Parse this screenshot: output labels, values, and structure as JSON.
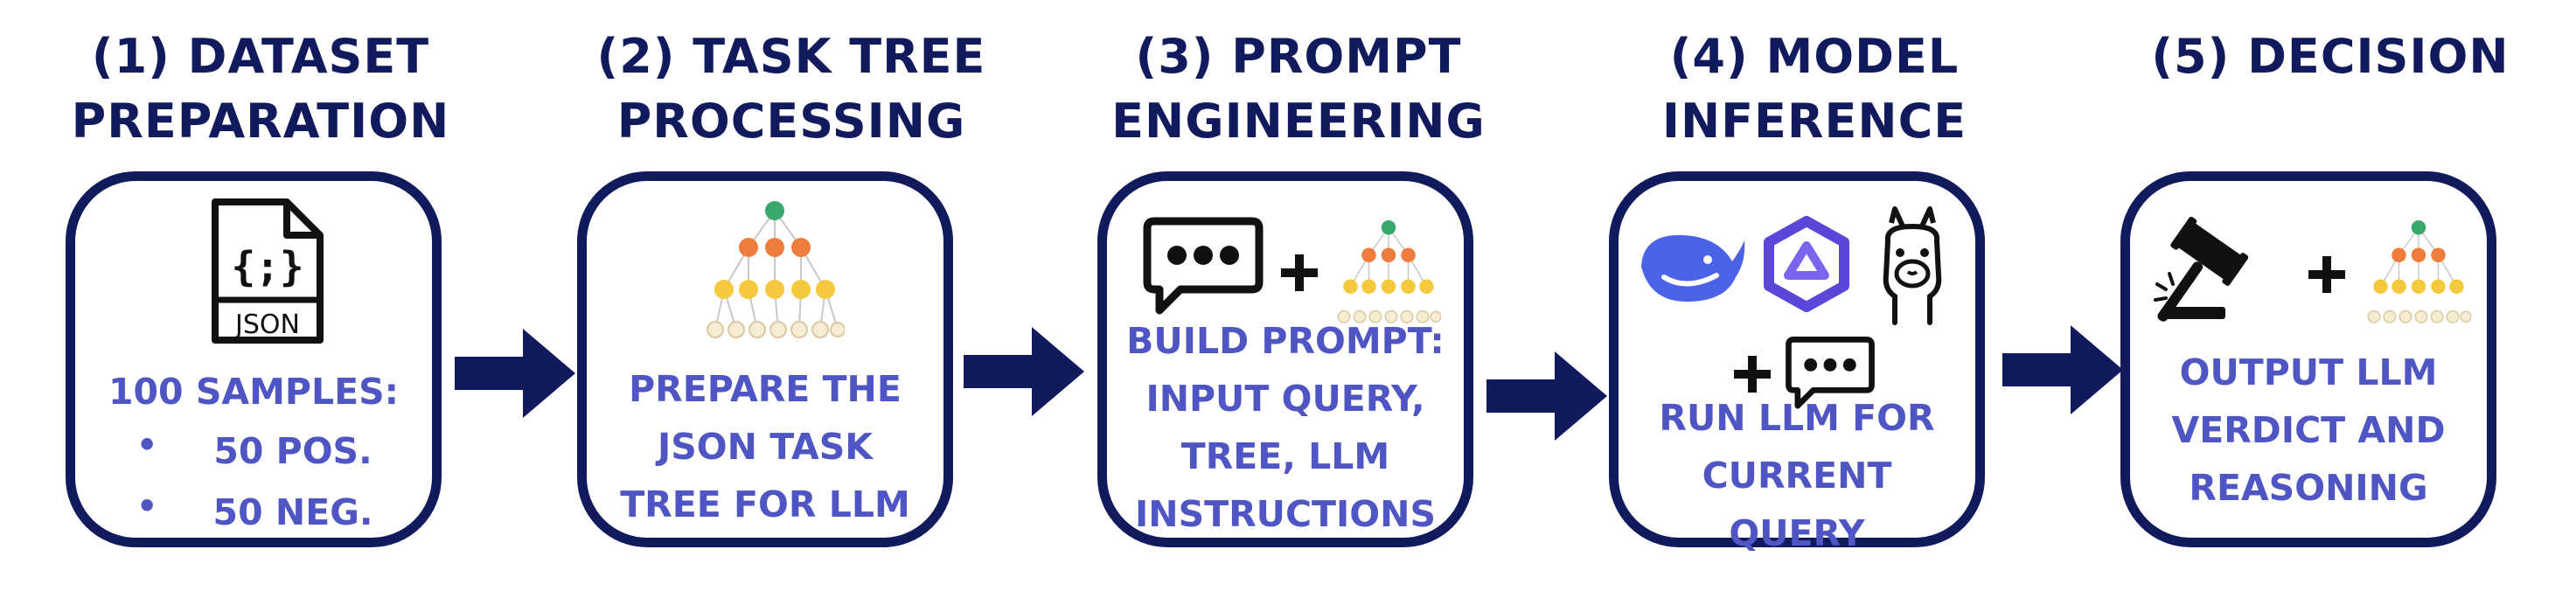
{
  "steps": [
    {
      "title": [
        "(1) DATASET",
        "PREPARATION"
      ],
      "text": [
        "100 SAMPLES:",
        "50 POS.",
        "50 NEG."
      ],
      "icons": [
        "json-file-icon"
      ]
    },
    {
      "title": [
        "(2) TASK TREE",
        "PROCESSING"
      ],
      "text": [
        "PREPARE THE",
        "JSON TASK",
        "TREE FOR LLM"
      ],
      "icons": [
        "task-tree-icon"
      ]
    },
    {
      "title": [
        "(3) PROMPT",
        "ENGINEERING"
      ],
      "text": [
        "BUILD PROMPT:",
        "INPUT QUERY,",
        "TREE, LLM",
        "INSTRUCTIONS"
      ],
      "icons": [
        "chat-bubble-icon",
        "plus-icon",
        "task-tree-icon"
      ]
    },
    {
      "title": [
        "(4) MODEL",
        "INFERENCE"
      ],
      "text": [
        "RUN LLM FOR",
        "CURRENT",
        "QUERY"
      ],
      "icons": [
        "whale-logo-icon",
        "hexagon-logo-icon",
        "llama-icon",
        "plus-icon",
        "chat-bubble-icon"
      ]
    },
    {
      "title": [
        "(5) DECISION"
      ],
      "text": [
        "OUTPUT LLM",
        "VERDICT AND",
        "REASONING"
      ],
      "icons": [
        "gavel-icon",
        "plus-icon",
        "task-tree-icon"
      ]
    }
  ],
  "json_label": "JSON",
  "json_braces": "{;}",
  "colors": {
    "navy": "#121a5e",
    "text": "#4f56c4",
    "green": "#3aa76d",
    "orange": "#ee7d3b",
    "yellow": "#f5c93e",
    "cream": "#f6ecd3"
  }
}
